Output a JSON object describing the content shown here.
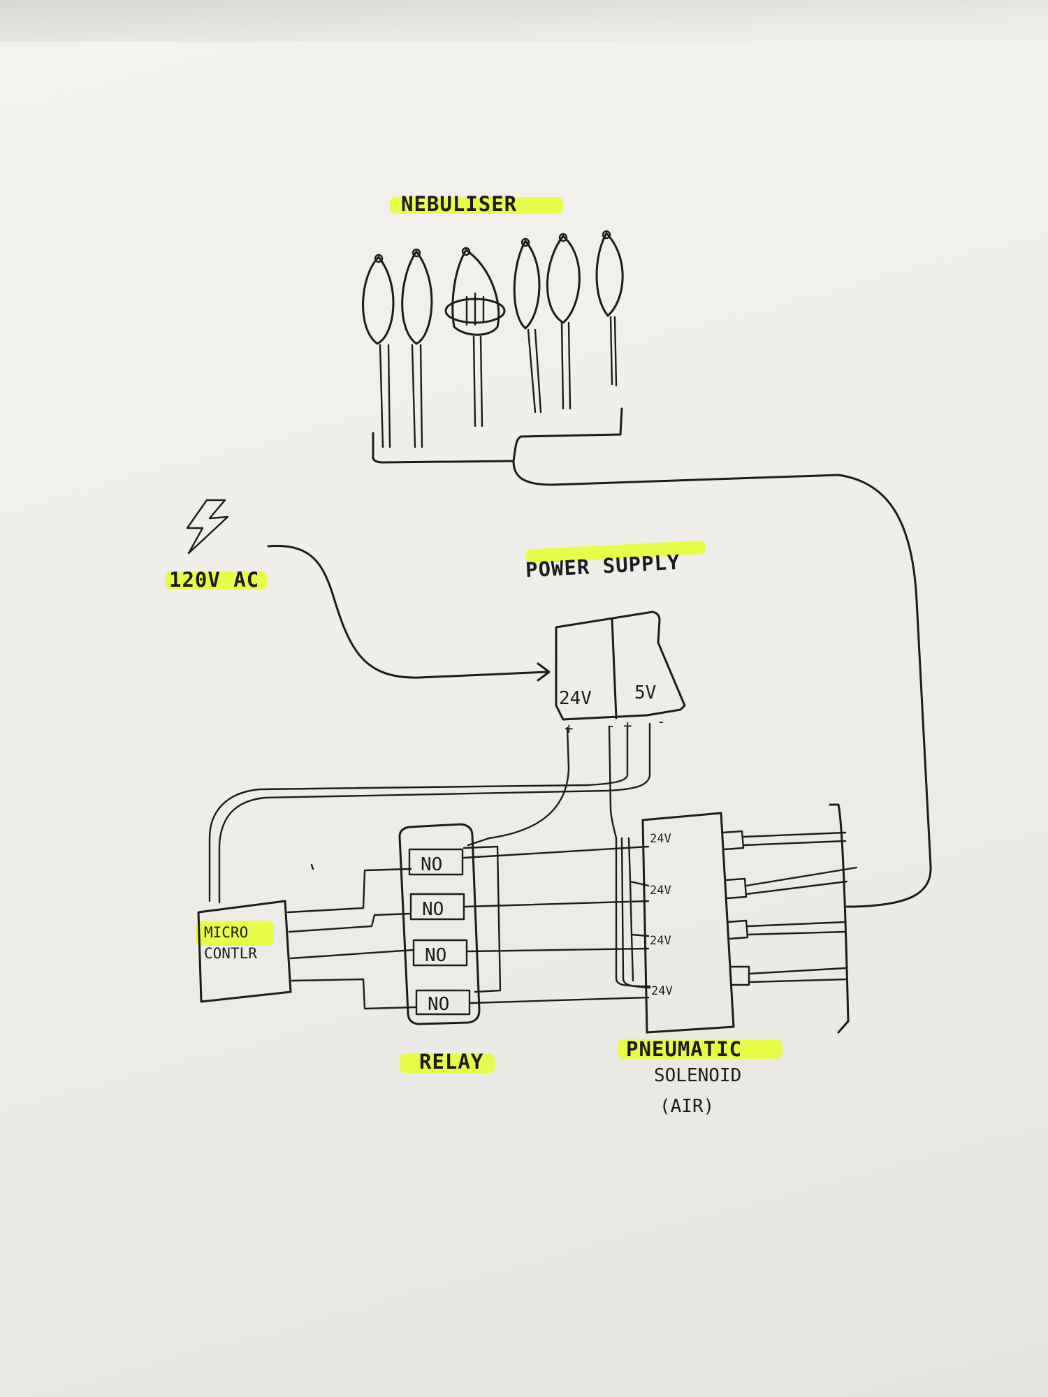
{
  "labels": {
    "nebuliser": "NEBULISER",
    "ac_source": "120V AC",
    "power_supply": "POWER SUPPLY",
    "psu_24v": "24V",
    "psu_5v": "5V",
    "psu_plus_1": "+",
    "psu_minus_1": "-",
    "psu_plus_2": "+",
    "psu_minus_2": "-",
    "micro_line1": "MICRO",
    "micro_line2": "CONTLR",
    "relay": "RELAY",
    "relay_contacts": [
      "NO",
      "NO",
      "NO",
      "NO"
    ],
    "solenoid_inputs": [
      "24V",
      "24V",
      "24V",
      "24V"
    ],
    "solenoid_line1": "PNEUMATIC",
    "solenoid_line2": "SOLENOID",
    "solenoid_line3": "(AIR)"
  },
  "highlight_color": "#e6ff2e",
  "ink_color": "#1c1c1c",
  "icons": [
    "lightning-bolt-icon"
  ]
}
